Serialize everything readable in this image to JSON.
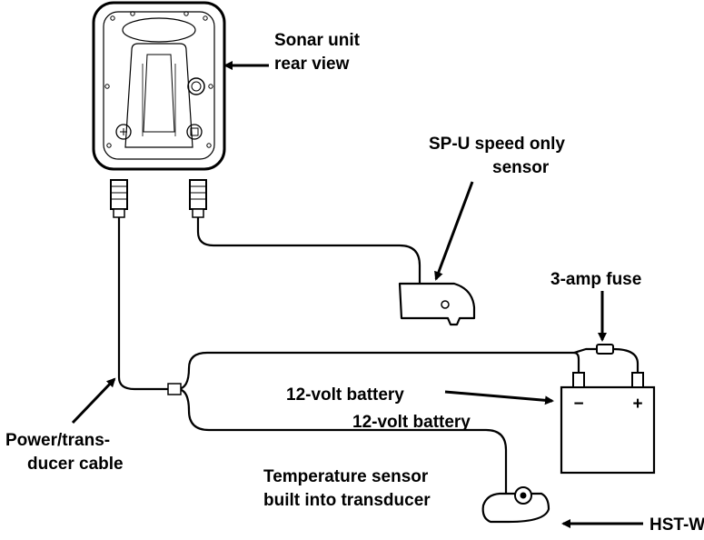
{
  "labels": {
    "sonar_unit_line1": "Sonar unit",
    "sonar_unit_line2": "rear view",
    "speed_sensor_line1": "SP-U speed only",
    "speed_sensor_line2": "sensor",
    "fuse": "3-amp fuse",
    "battery_arrow": "12-volt battery",
    "battery_under": "12-volt battery",
    "power_cable_line1": "Power/trans-",
    "power_cable_line2": "ducer cable",
    "temp_sensor_line1": "Temperature sensor",
    "temp_sensor_line2": "built into transducer",
    "transducer_model": "HST-WSU"
  },
  "battery_terminals": {
    "negative": "−",
    "positive": "+"
  }
}
